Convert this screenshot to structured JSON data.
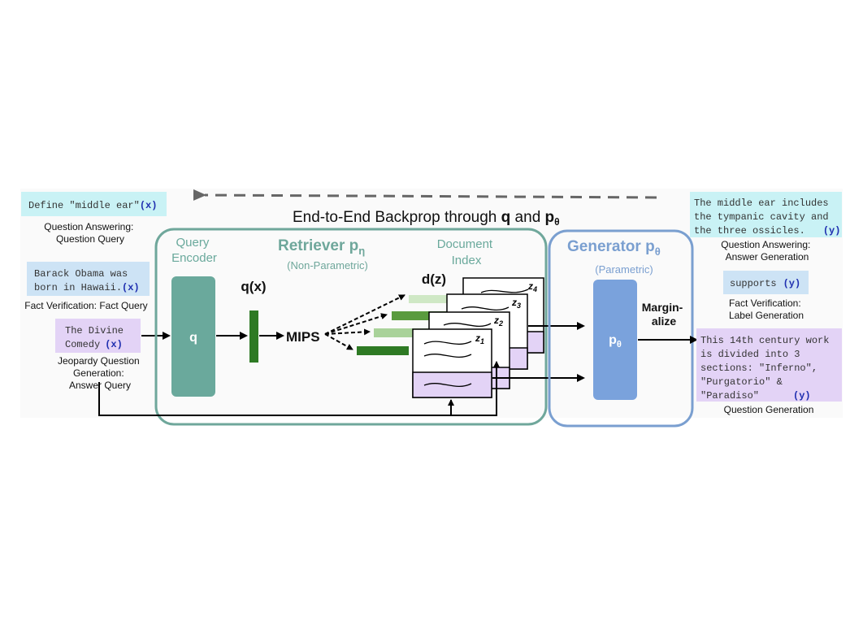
{
  "backprop": {
    "prefix": "End-to-End Backprop through ",
    "q": "q",
    "and": " and ",
    "p": "p",
    "sub": "θ"
  },
  "inputs": {
    "middle_ear": {
      "text": "Define \"middle ear\"",
      "tag": "(x)",
      "caption_line1": "Question Answering:",
      "caption_line2": "Question Query"
    },
    "obama": {
      "line1": "Barack Obama was",
      "line2": "born in Hawaii.",
      "tag": "(x)",
      "caption": "Fact Verification: Fact Query"
    },
    "divine": {
      "line1": "The Divine",
      "line2": "Comedy",
      "tag": "(x)",
      "caption_line1": "Jeopardy Question",
      "caption_line2": "Generation:",
      "caption_line3": "Answer Query"
    }
  },
  "retriever": {
    "title": "Retriever p",
    "title_sub": "η",
    "subtitle": "(Non-Parametric)",
    "query_encoder_line1": "Query",
    "query_encoder_line2": "Encoder",
    "q_label": "q",
    "qx_label": "q(x)",
    "mips_label": "MIPS",
    "doc_index_line1": "Document",
    "doc_index_line2": "Index",
    "dz_label": "d(z)",
    "z_labels": [
      "z",
      "z",
      "z",
      "z"
    ],
    "z_subs": [
      "4",
      "3",
      "2",
      "1"
    ]
  },
  "generator": {
    "title": "Generator p",
    "title_sub": "θ",
    "subtitle": "(Parametric)",
    "p_label": "p",
    "p_sub": "θ",
    "marginalize_line1": "Margin-",
    "marginalize_line2": "alize"
  },
  "outputs": {
    "middle_ear": {
      "line1": "The middle ear includes",
      "line2": "the tympanic cavity and",
      "line3": "the three ossicles.",
      "tag": "(y)",
      "caption_line1": "Question Answering:",
      "caption_line2": "Answer Generation"
    },
    "supports": {
      "text": "supports",
      "tag": "(y)",
      "caption_line1": "Fact Verification:",
      "caption_line2": "Label Generation"
    },
    "divine": {
      "line1": "This 14th century work",
      "line2": "is divided into 3",
      "line3": "sections: \"Inferno\",",
      "line4": "\"Purgatorio\" &",
      "line5": "\"Paradiso\"",
      "tag": "(y)",
      "caption": "Question Generation"
    }
  },
  "colors": {
    "retriever": "#6fa79b",
    "generator": "#7a9fd0",
    "query_encoder": "#6aa99c",
    "generator_box": "#7aa2dc",
    "green_dark": "#2e7a24",
    "green_mid": "#5a9b3e",
    "green_light": "#a9d29a",
    "purple": "#e3d3f6",
    "cyan": "#c9f2f5",
    "blue_bg": "#cde3f5",
    "arrow_gray": "#666666"
  }
}
